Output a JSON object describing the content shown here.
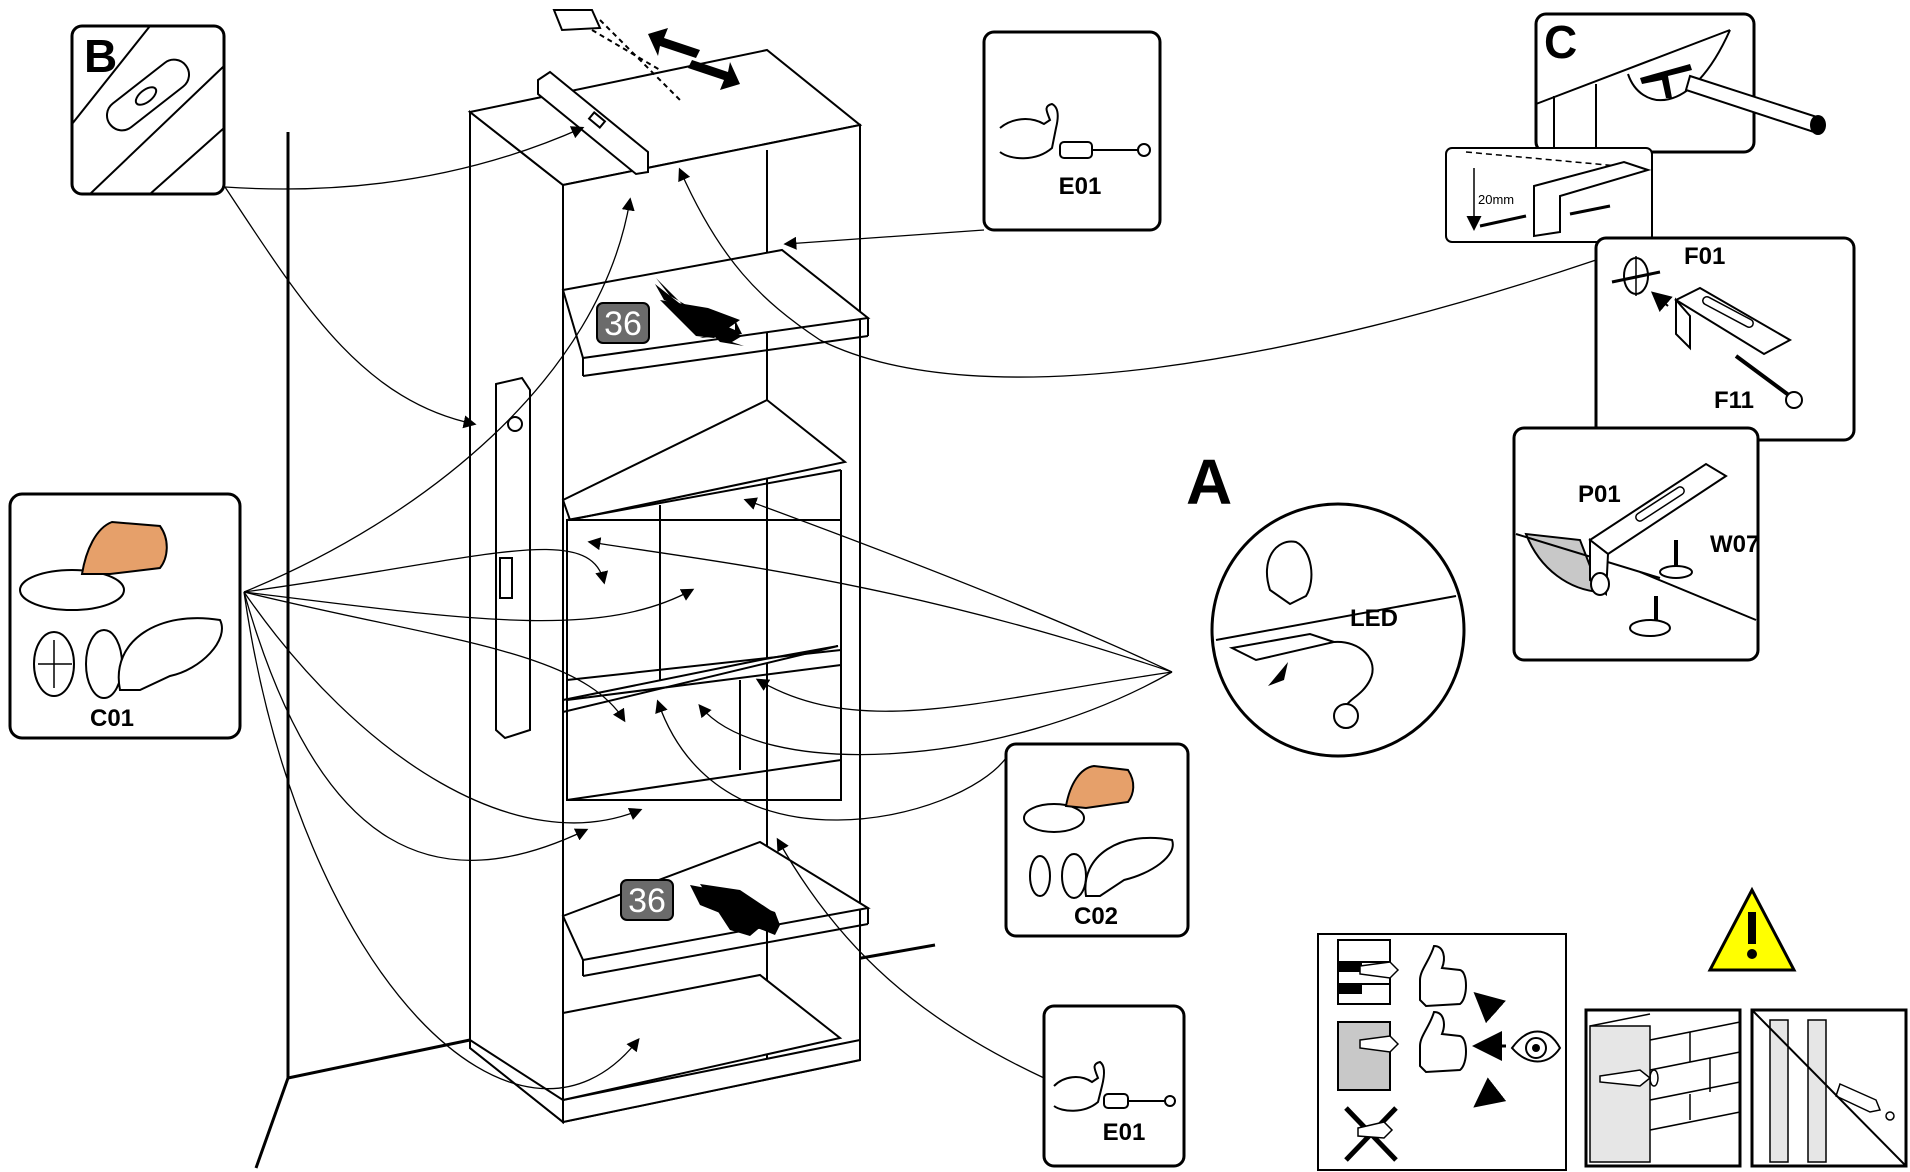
{
  "detail_labels": {
    "a": "A",
    "b": "B",
    "c": "C"
  },
  "parts": {
    "e01_top": "E01",
    "e01_bottom": "E01",
    "c01": "C01",
    "c02": "C02",
    "f01": "F01",
    "f11": "F11",
    "p01": "P01",
    "w07": "W07",
    "led": "LED",
    "dimension_20mm": "20mm"
  },
  "shelf_badges": {
    "upper": "36",
    "lower": "36"
  },
  "colors": {
    "line": "#000000",
    "badge_fill": "#6b6b6b",
    "warning_fill": "#ffff00",
    "panel_fill": "#ffffff",
    "gray_wall": "#c8c8c8"
  },
  "icons": [
    "hand-icon",
    "thumbs-up-icon",
    "eye-icon",
    "cross-icon",
    "warning-icon",
    "screw-icon",
    "dowel-icon",
    "arrow-icon"
  ]
}
